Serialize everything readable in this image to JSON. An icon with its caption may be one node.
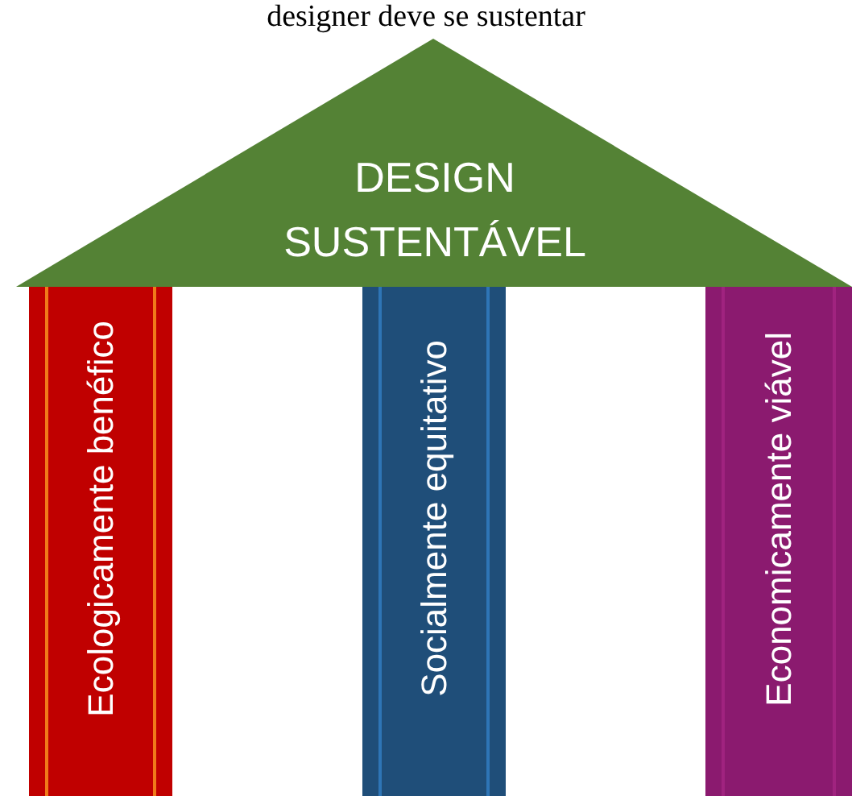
{
  "diagram": {
    "nodes": [
      {
        "text": [
          "DESIGN SUSTENTÁVEL"
        ]
      },
      {
        "text": [
          "Ecologicamente benéfico"
        ]
      },
      {
        "text": [
          "Socialmente equitativo"
        ]
      },
      {
        "text": [
          "Economicamente viável"
        ]
      }
    ],
    "labels": [
      "designer deve se sustentar"
    ]
  }
}
